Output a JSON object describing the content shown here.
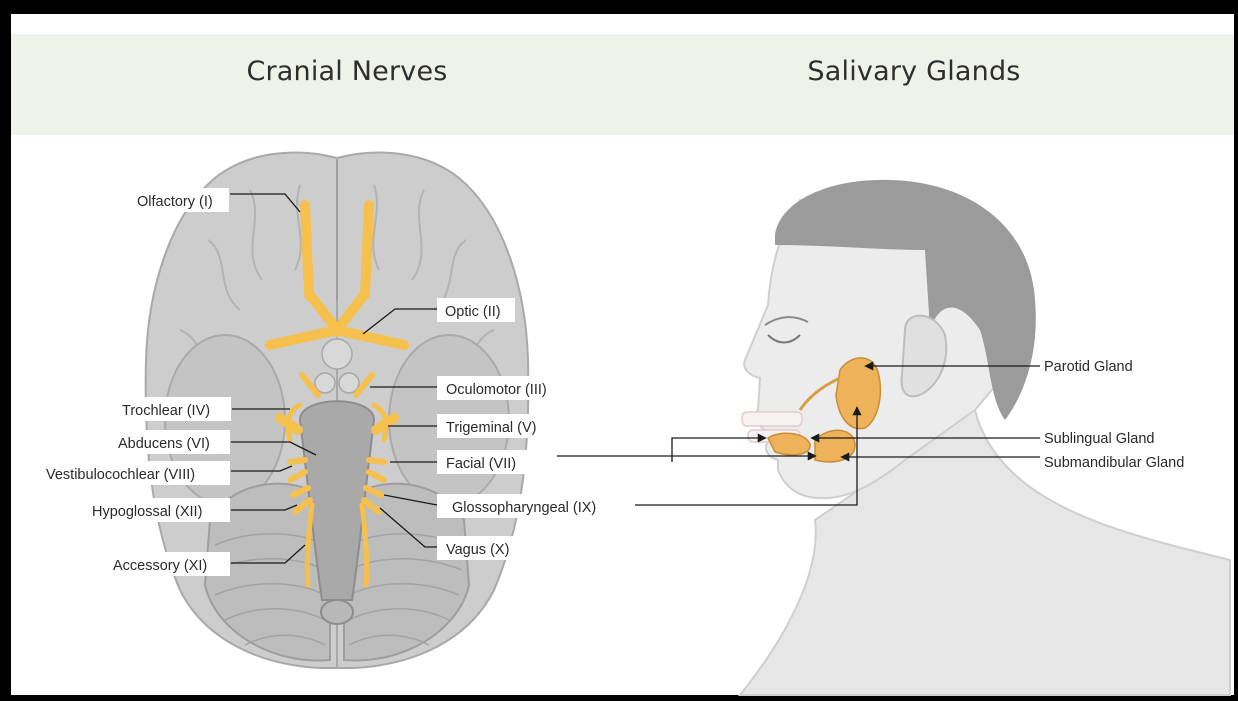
{
  "panels": {
    "left_title": "Cranial Nerves",
    "right_title": "Salivary Glands"
  },
  "cranial_nerves": {
    "olfactory": "Olfactory (I)",
    "optic": "Optic (II)",
    "oculomotor": "Oculomotor (III)",
    "trochlear": "Trochlear (IV)",
    "trigeminal": "Trigeminal (V)",
    "abducens": "Abducens (VI)",
    "facial": "Facial (VII)",
    "vestibulocochlear": "Vestibulocochlear (VIII)",
    "glossopharyngeal": "Glossopharyngeal (IX)",
    "hypoglossal": "Hypoglossal (XII)",
    "vagus": "Vagus (X)",
    "accessory": "Accessory (XI)"
  },
  "salivary_glands": {
    "parotid": "Parotid Gland",
    "sublingual": "Sublingual Gland",
    "submandibular": "Submandibular Gland"
  },
  "colors": {
    "header_band": "#eff2e8",
    "brain_gray": "#c9c9c9",
    "nerve_yellow": "#f6c04d",
    "gland_orange": "#edb25a",
    "skin": "#e9e9e9",
    "hair": "#9e9e9e"
  }
}
